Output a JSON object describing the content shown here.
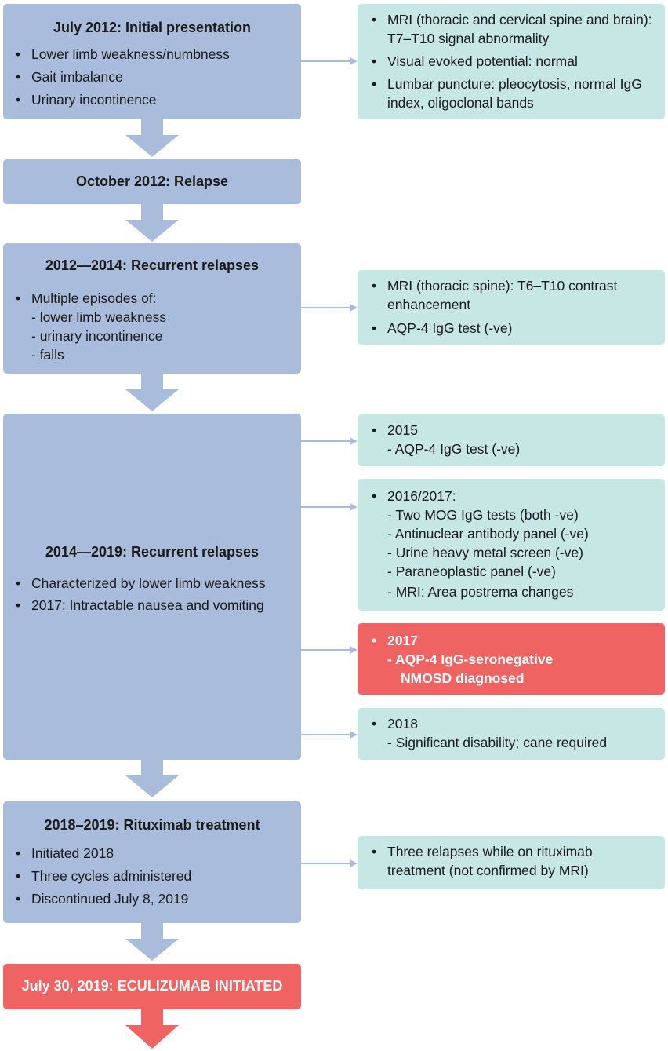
{
  "box1": {
    "title": "July 2012: Initial presentation",
    "items": [
      "Lower limb weakness/numbness",
      "Gait imbalance",
      "Urinary incontinence"
    ]
  },
  "info1": {
    "items": [
      "MRI (thoracic and cervical spine and brain): T7–T10 signal abnormality",
      "Visual evoked potential: normal",
      "Lumbar puncture: pleocytosis, normal IgG index, oligoclonal bands"
    ]
  },
  "box2": {
    "title": "October 2012: Relapse"
  },
  "box3": {
    "title": "2012—2014: Recurrent relapses",
    "lead": "Multiple episodes of:",
    "subs": [
      "- lower limb weakness",
      "- urinary incontinence",
      "- falls"
    ]
  },
  "info3": {
    "items": [
      "MRI (thoracic spine): T6–T10 contrast enhancement",
      "AQP-4 IgG test (-ve)"
    ]
  },
  "box4": {
    "title": "2014—2019: Recurrent relapses",
    "items": [
      "Characterized by lower limb weakness",
      "2017: Intractable nausea and vomiting"
    ]
  },
  "info4a": {
    "year": "2015",
    "subs": [
      "- AQP-4 IgG test (-ve)"
    ]
  },
  "info4b": {
    "year": "2016/2017:",
    "subs": [
      "- Two MOG IgG tests (both -ve)",
      "- Antinuclear antibody panel (-ve)",
      "- Urine heavy metal screen (-ve)",
      "- Paraneoplastic panel (-ve)",
      "- MRI: Area postrema changes"
    ]
  },
  "info4c": {
    "year": "2017",
    "subs": [
      "- AQP-4 IgG-seronegative",
      "NMOSD diagnosed"
    ]
  },
  "info4d": {
    "year": "2018",
    "subs": [
      "- Significant disability; cane required"
    ]
  },
  "box5": {
    "title": "2018–2019: Rituximab treatment",
    "items": [
      "Initiated 2018",
      "Three cycles administered",
      "Discontinued July 8, 2019"
    ]
  },
  "info5": {
    "items": [
      "Three relapses while on rituximab treatment (not confirmed by MRI)"
    ]
  },
  "box6": {
    "title": "July 30, 2019: ECULIZUMAB INITIATED"
  },
  "colors": {
    "blue": "#a9bcdb",
    "teal": "#c7e7e5",
    "red": "#ef6363",
    "arrow": "#a9bcdb"
  }
}
